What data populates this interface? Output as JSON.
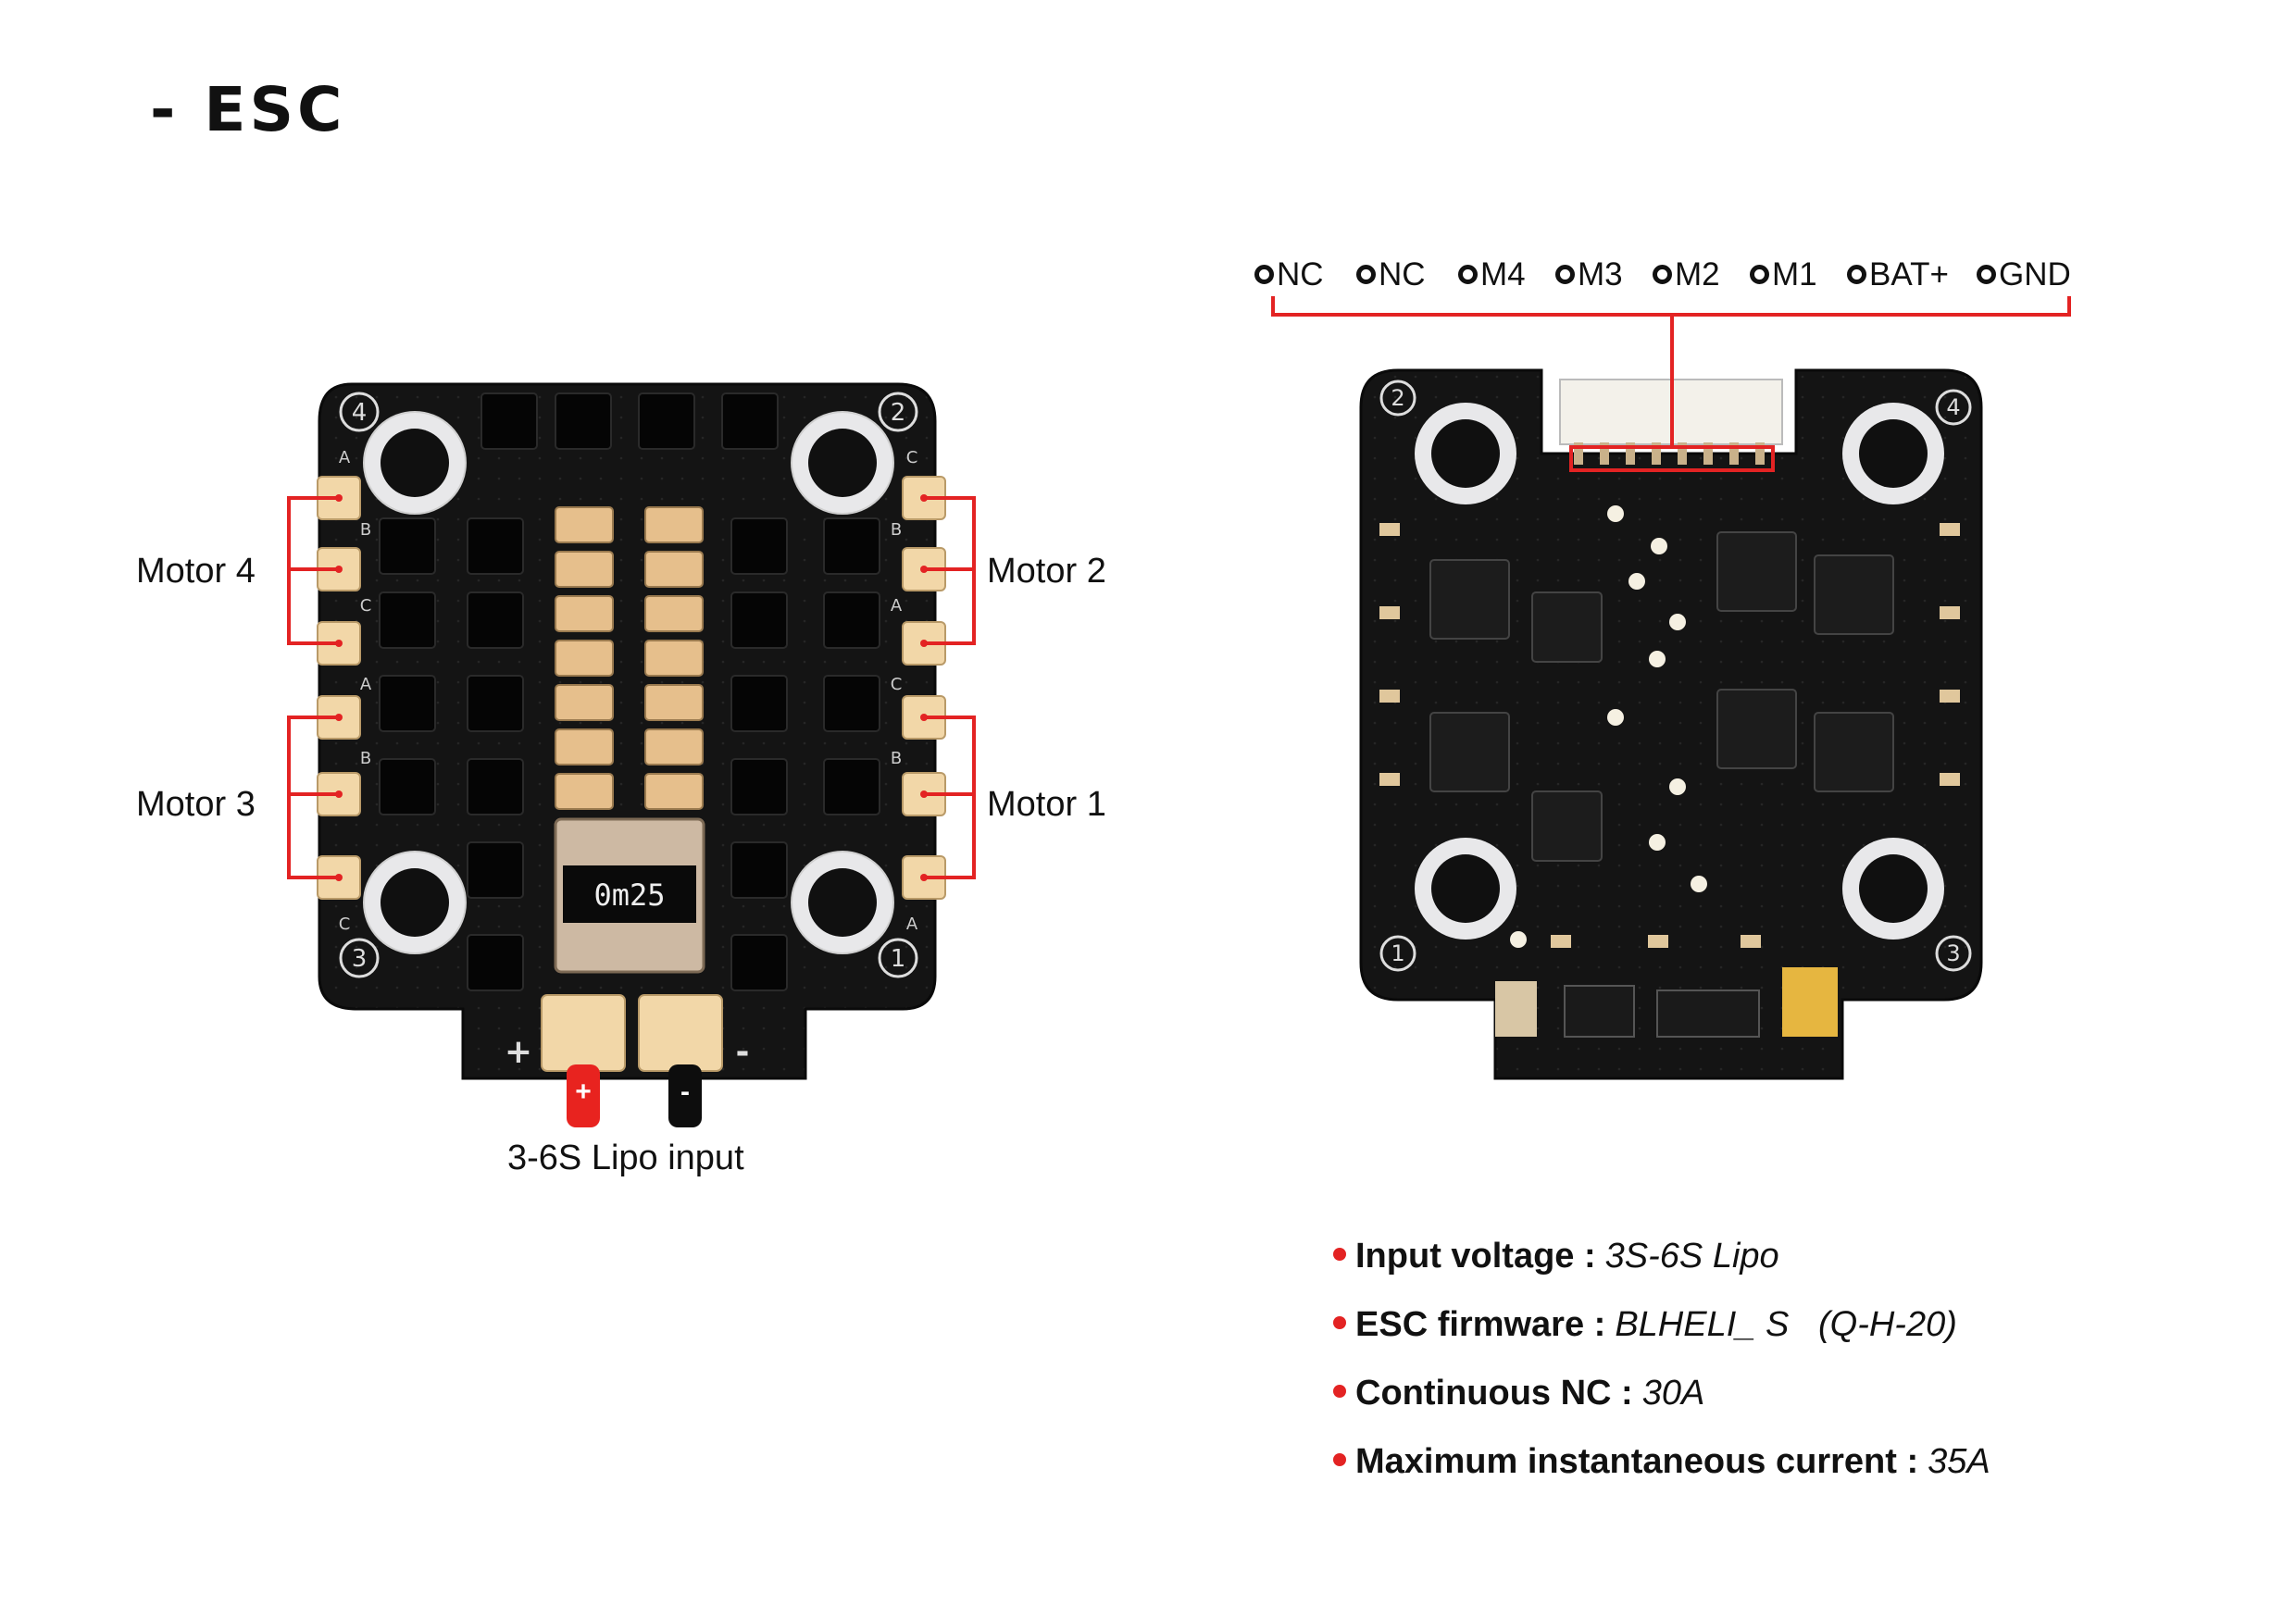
{
  "title": "- ESC",
  "left_board": {
    "motor_labels": [
      "Motor 4",
      "Motor 2",
      "Motor 3",
      "Motor 1"
    ],
    "mount_numbers": [
      "4",
      "2",
      "3",
      "1"
    ],
    "pad_letters_left": [
      "A",
      "B",
      "C",
      "A",
      "B",
      "C"
    ],
    "pad_letters_right": [
      "C",
      "B",
      "A",
      "C",
      "B",
      "A"
    ],
    "shunt_marking": "0m25",
    "power_signs": [
      "+",
      "-"
    ],
    "terminal_plus": "+",
    "terminal_minus": "-",
    "input_label": "3-6S Lipo input"
  },
  "right_board": {
    "pins": [
      "NC",
      "NC",
      "M4",
      "M3",
      "M2",
      "M1",
      "BAT+",
      "GND"
    ],
    "mount_numbers": [
      "2",
      "4",
      "1",
      "3"
    ]
  },
  "specs": [
    {
      "label": "Input voltage :",
      "value": "3S-6S Lipo"
    },
    {
      "label": "ESC firmware :",
      "value": "BLHELI_ S   (Q-H-20)"
    },
    {
      "label": "Continuous NC :",
      "value": "30A"
    },
    {
      "label": "Maximum instantaneous current :",
      "value": "35A"
    }
  ],
  "colors": {
    "accent_red": "#e32323",
    "board": "#111111",
    "pad_gold": "#f2d7a8",
    "capacitor": "#e6bf8c"
  }
}
